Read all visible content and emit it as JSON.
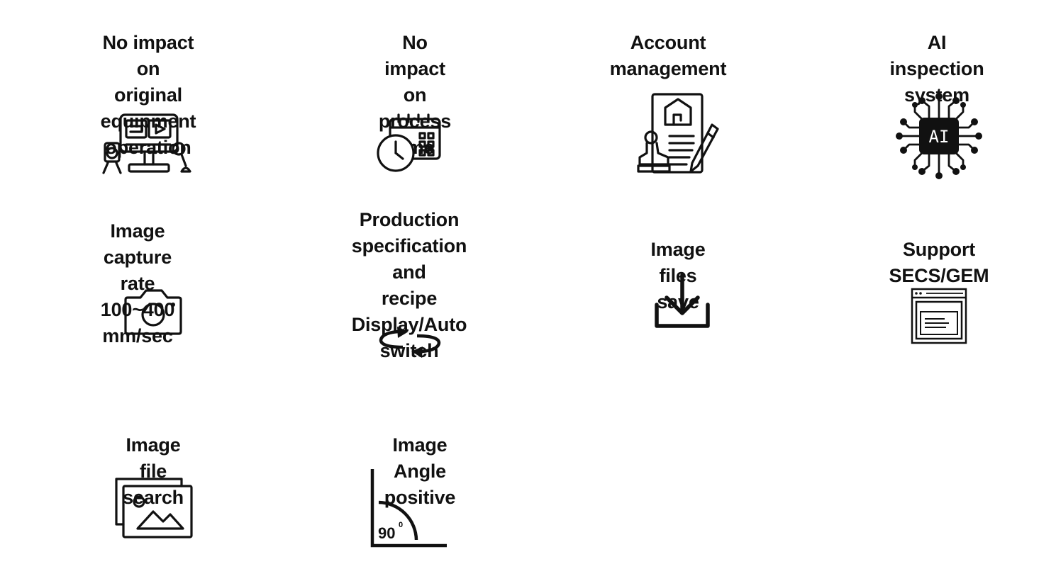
{
  "features": [
    {
      "title": "No impact on original\nequipment operation",
      "icon": "monitor-camera-icon"
    },
    {
      "title": "No impact  on\nprocess time",
      "icon": "calendar-clock-icon"
    },
    {
      "title": "Account\nmanagement",
      "icon": "document-stamp-pencil-icon"
    },
    {
      "title": "AI inspection\nsystem",
      "icon": "ai-chip-icon",
      "icon_text": "AI"
    },
    {
      "title": "Image capture rate\n100~400 mm/sec",
      "icon": "camera-icon"
    },
    {
      "title": "Production\nspecification and\nrecipe Display/Auto\nswitch",
      "icon": "rotate-arrows-icon"
    },
    {
      "title": "Image files save",
      "icon": "download-icon"
    },
    {
      "title": "Support SECS/GEM",
      "icon": "browser-window-icon"
    },
    {
      "title": "Image file search",
      "icon": "image-gallery-icon"
    },
    {
      "title": "Image Angle positive",
      "icon": "right-angle-icon",
      "icon_text": "90",
      "icon_superscript": "0"
    }
  ]
}
